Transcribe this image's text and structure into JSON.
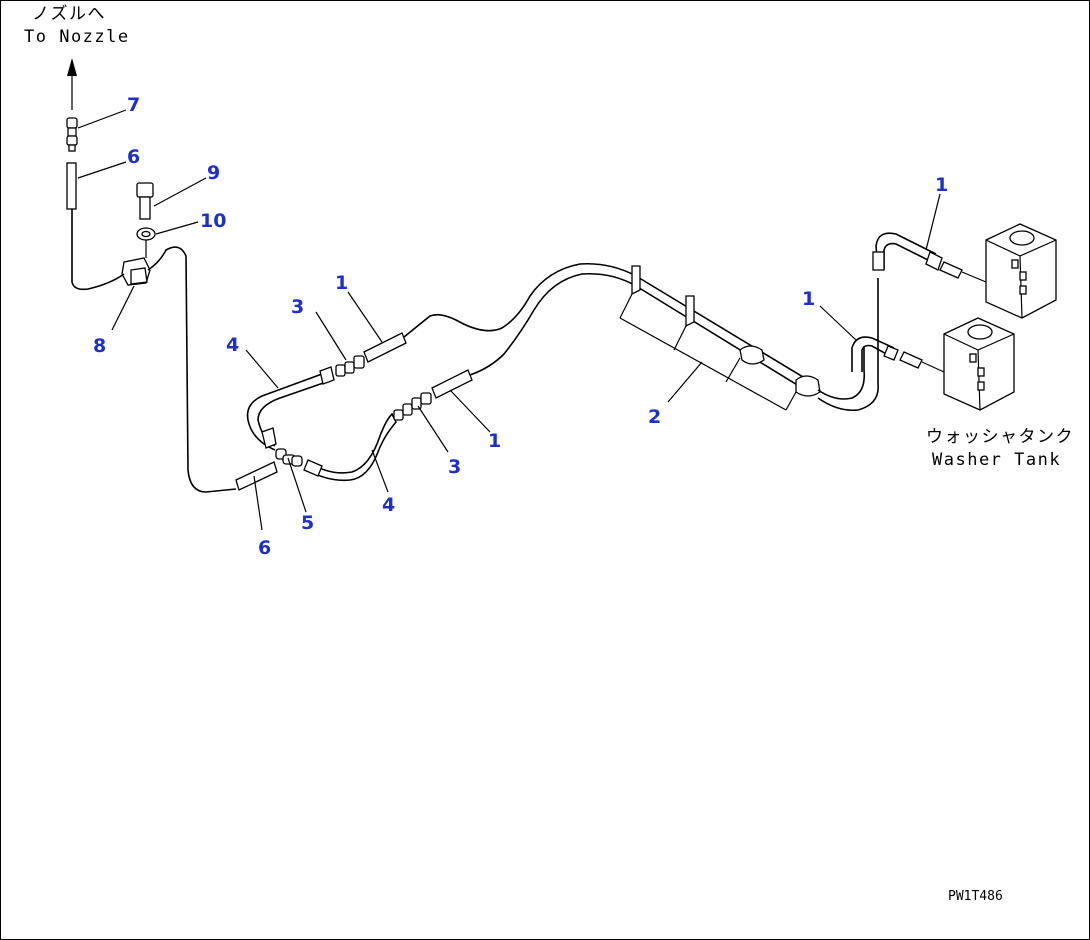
{
  "labels": {
    "nozzle_jp": "ノズルへ",
    "nozzle_en": "To Nozzle",
    "tank_jp": "ウォッシャタンク",
    "tank_en": "Washer Tank",
    "drawing_code": "PW1T486"
  },
  "callouts": {
    "c7": "7",
    "c6_top": "6",
    "c9": "9",
    "c10": "10",
    "c8": "8",
    "c3_upper": "3",
    "c1_upper": "1",
    "c4_upper": "4",
    "c6_bottom": "6",
    "c5": "5",
    "c4_lower": "4",
    "c3_lower": "3",
    "c1_lower": "1",
    "c2": "2",
    "c1_right_top": "1",
    "c1_right_mid": "1"
  },
  "colors": {
    "callout": "#1f2fc8",
    "line": "#000000"
  }
}
